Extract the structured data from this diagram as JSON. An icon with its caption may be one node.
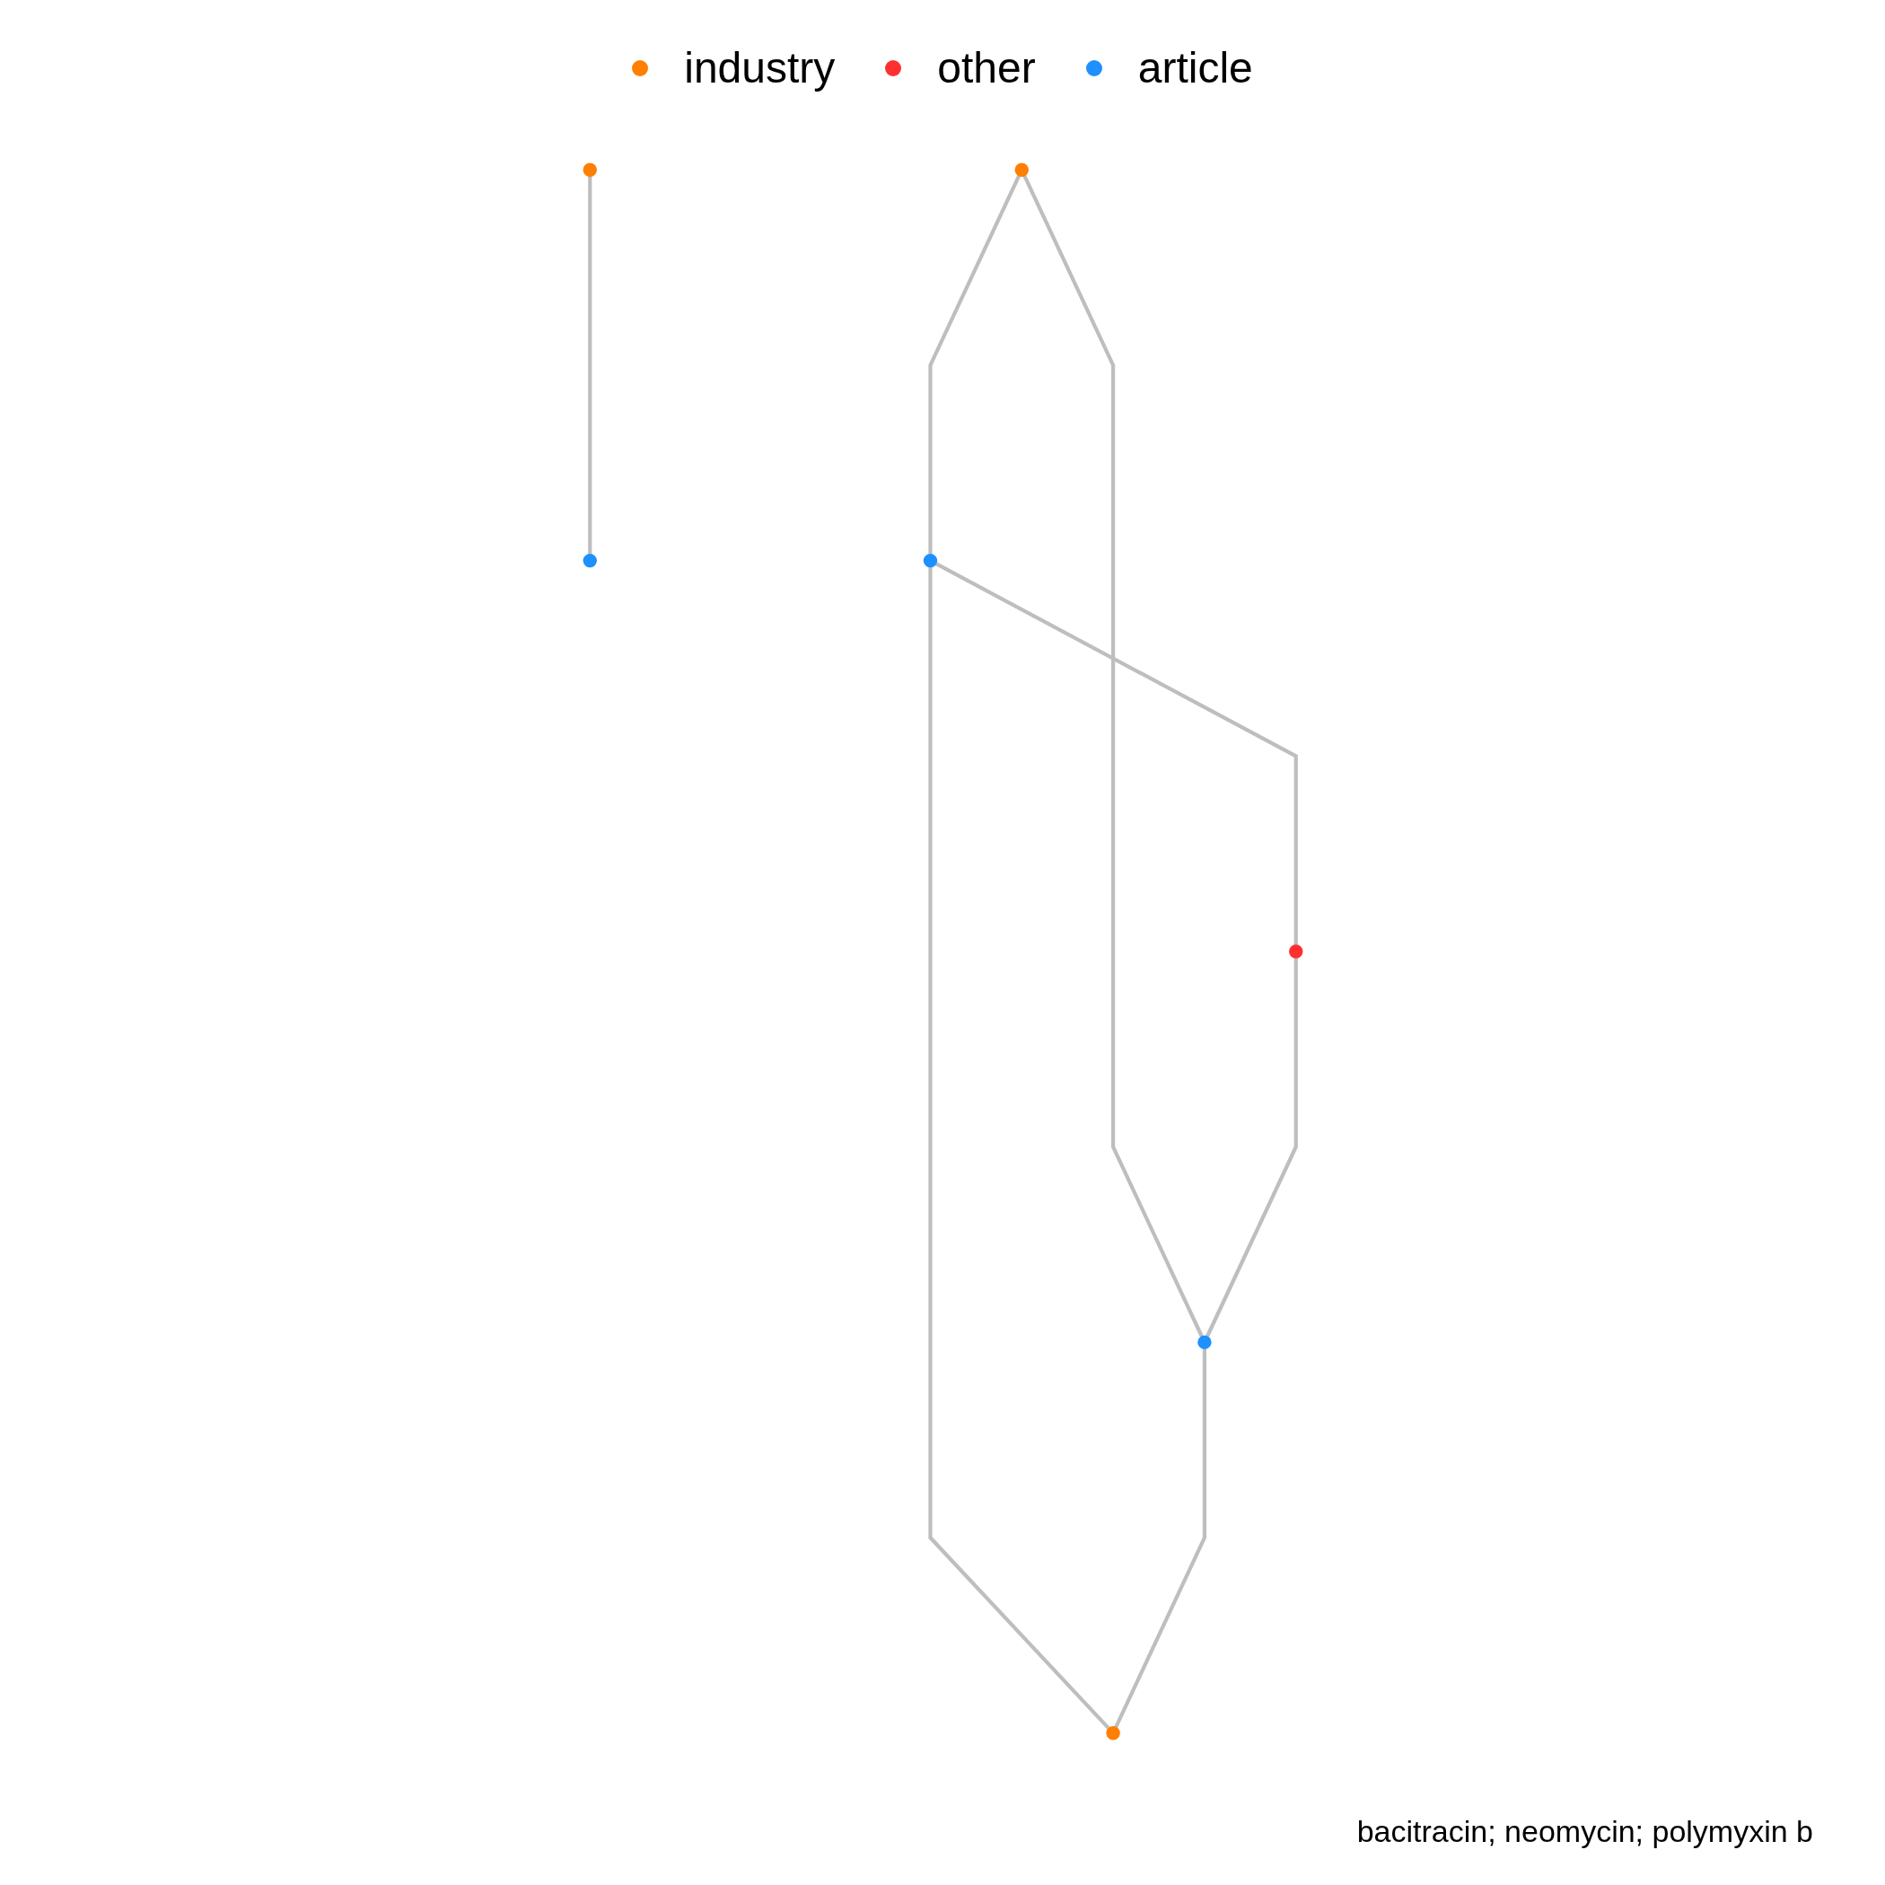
{
  "diagram": {
    "caption": "bacitracin; neomycin; polymyxin b",
    "nodes": [
      {
        "text": [],
        "shape": "circle"
      },
      {
        "text": [],
        "shape": "circle"
      },
      {
        "text": [],
        "shape": "circle"
      },
      {
        "text": [],
        "shape": "circle"
      },
      {
        "text": [],
        "shape": "circle"
      },
      {
        "text": [],
        "shape": "circle"
      },
      {
        "text": [],
        "shape": "circle"
      }
    ],
    "edges": [
      {
        "from": 0,
        "to": 1,
        "arrow": "none"
      },
      {
        "from": 2,
        "to": 3,
        "arrow": "none"
      },
      {
        "from": 3,
        "to": 4,
        "arrow": "none"
      },
      {
        "from": 2,
        "to": 5,
        "arrow": "none"
      },
      {
        "from": 3,
        "to": 6,
        "arrow": "none"
      },
      {
        "from": 4,
        "to": 5,
        "arrow": "none"
      },
      {
        "from": 5,
        "to": 6,
        "arrow": "none"
      }
    ],
    "legend": [
      {
        "text": "industry",
        "color": "#ff7f00"
      },
      {
        "text": "other",
        "color": "#ff3030"
      },
      {
        "text": "article",
        "color": "#1e90ff"
      }
    ]
  }
}
